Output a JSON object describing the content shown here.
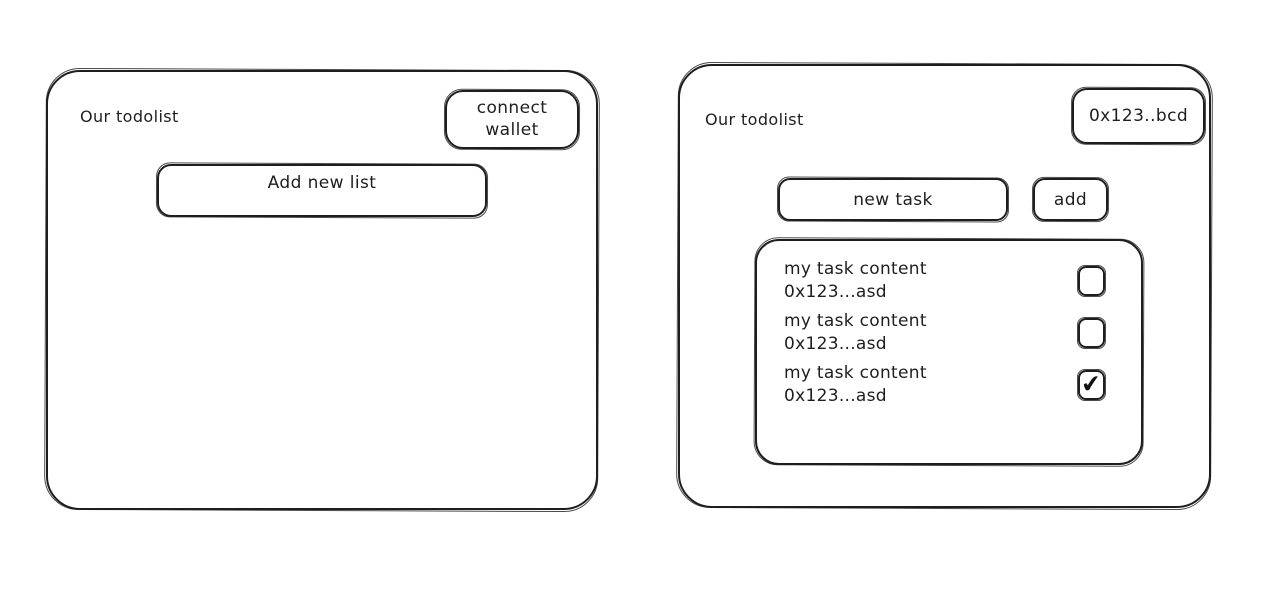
{
  "canvas": {
    "background": "#ffffff",
    "stroke_color": "#1e1e1e"
  },
  "left_panel": {
    "title": "Our todolist",
    "connect_wallet_button": {
      "line1": "connect",
      "line2": "wallet"
    },
    "add_new_list_label": "Add new list"
  },
  "right_panel": {
    "title": "Our todolist",
    "wallet_address_label": "0x123..bcd",
    "new_task_placeholder": "new task",
    "add_button_label": "add",
    "tasks": [
      {
        "content": "my task content",
        "address": "0x123...asd",
        "checked": false
      },
      {
        "content": "my task content",
        "address": "0x123...asd",
        "checked": false
      },
      {
        "content": "my task content",
        "address": "0x123...asd",
        "checked": true
      }
    ]
  },
  "icons": {
    "check": "✔"
  }
}
